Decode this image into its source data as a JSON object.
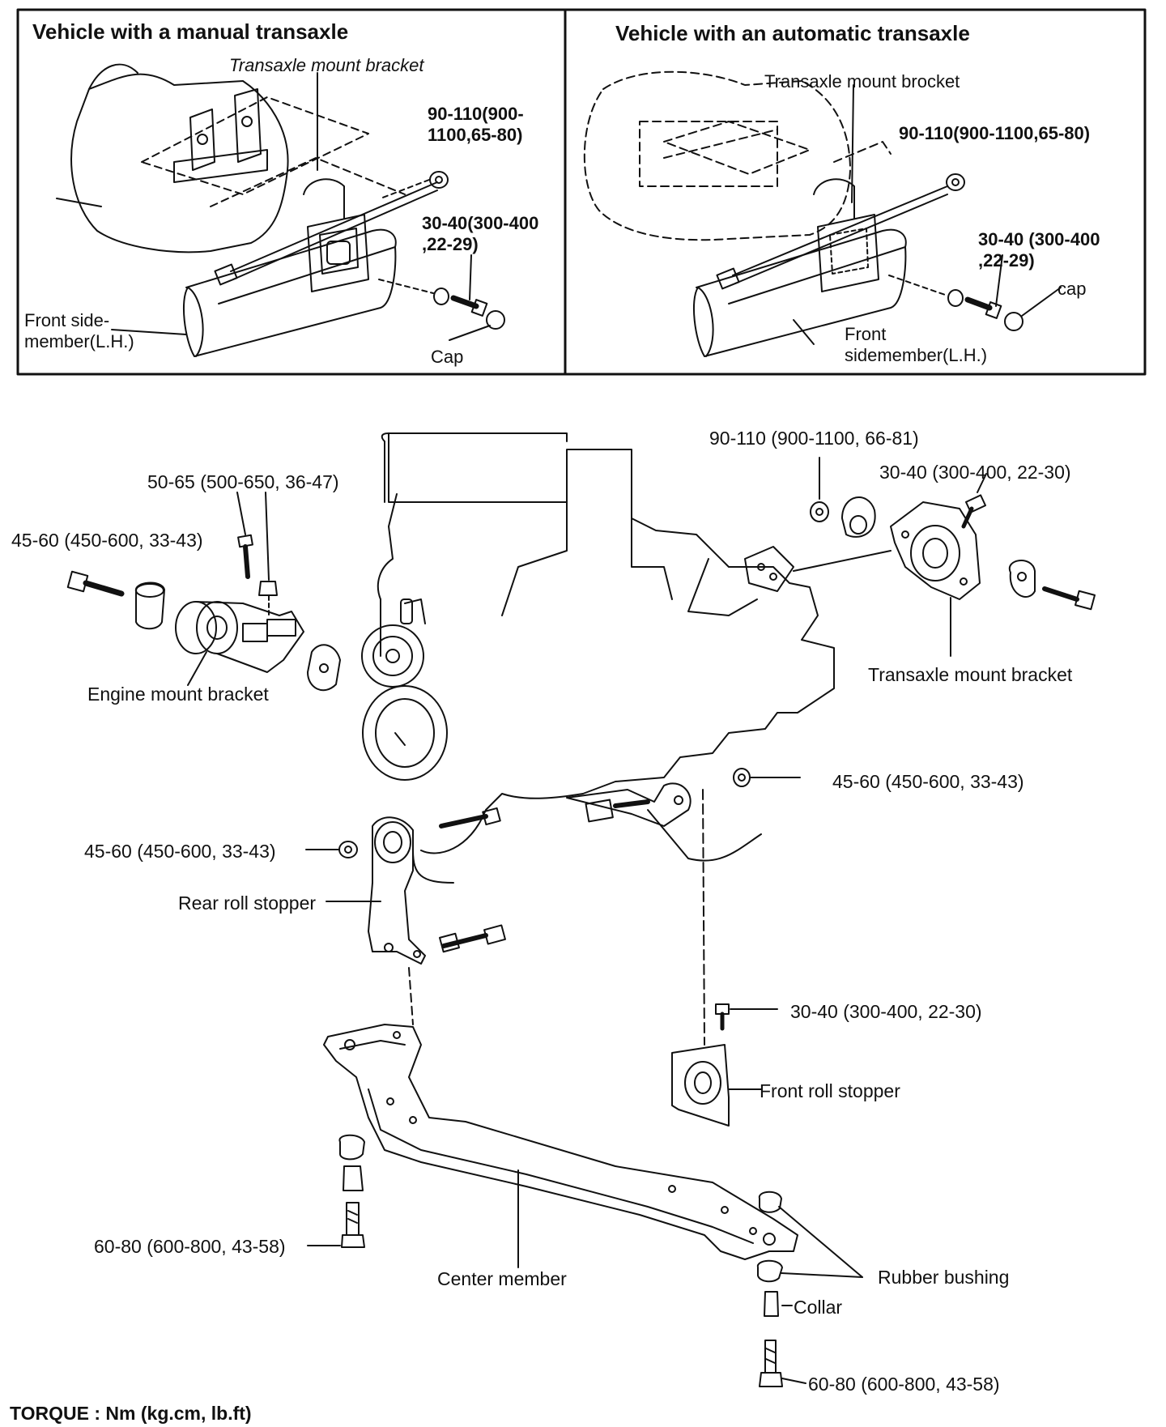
{
  "panels": {
    "manual": {
      "title": "Vehicle with a manual transaxle",
      "bracket": "Transaxle mount bracket",
      "torque_nut": "90-110(900-\n1100,65-80)",
      "torque_bolt": "30-40(300-400\n,22-29)",
      "sidemember": "Front side-\nmember(L.H.)",
      "cap": "Cap"
    },
    "automatic": {
      "title": "Vehicle with an automatic transaxle",
      "bracket": "Transaxle mount brocket",
      "torque_nut": "90-110(900-1100,65-80)",
      "torque_bolt": "30-40 (300-400\n,22-29)",
      "cap": "cap",
      "sidemember": "Front\nsidemember(L.H.)"
    }
  },
  "main": {
    "t_trans_nut": "90-110 (900-1100, 66-81)",
    "t_trans_bolt": "30-40 (300-400, 22-30)",
    "transaxle_bracket": "Transaxle mount bracket",
    "t_engine_nut": "50-65 (500-650, 36-47)",
    "t_engine_bolt": "45-60 (450-600, 33-43)",
    "engine_bracket": "Engine mount bracket",
    "t_front_nut": "45-60 (450-600, 33-43)",
    "t_rear_nut": "45-60 (450-600, 33-43)",
    "rear_roll": "Rear roll stopper",
    "t_front_roll_bolt": "30-40 (300-400, 22-30)",
    "front_roll": "Front roll stopper",
    "t_center_left_bolt": "60-80 (600-800, 43-58)",
    "center_member": "Center member",
    "rubber_bushing": "Rubber bushing",
    "collar": "Collar",
    "t_center_right_bolt": "60-80 (600-800, 43-58)"
  },
  "footer": {
    "torque_units": "TORQUE : Nm (kg.cm, lb.ft)"
  }
}
